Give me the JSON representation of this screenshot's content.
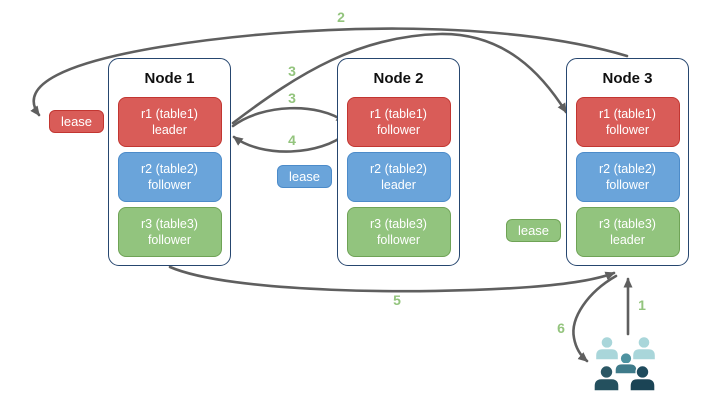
{
  "nodes": [
    {
      "title": "Node 1",
      "replicas": [
        {
          "name": "r1 (table1)",
          "role": "leader",
          "color": "red"
        },
        {
          "name": "r2 (table2)",
          "role": "follower",
          "color": "blue"
        },
        {
          "name": "r3 (table3)",
          "role": "follower",
          "color": "green"
        }
      ]
    },
    {
      "title": "Node 2",
      "replicas": [
        {
          "name": "r1 (table1)",
          "role": "follower",
          "color": "red"
        },
        {
          "name": "r2 (table2)",
          "role": "leader",
          "color": "blue"
        },
        {
          "name": "r3 (table3)",
          "role": "follower",
          "color": "green"
        }
      ]
    },
    {
      "title": "Node 3",
      "replicas": [
        {
          "name": "r1 (table1)",
          "role": "follower",
          "color": "red"
        },
        {
          "name": "r2 (table2)",
          "role": "follower",
          "color": "blue"
        },
        {
          "name": "r3 (table3)",
          "role": "leader",
          "color": "green"
        }
      ]
    }
  ],
  "leases": [
    {
      "label": "lease",
      "color": "red"
    },
    {
      "label": "lease",
      "color": "blue"
    },
    {
      "label": "lease",
      "color": "green"
    }
  ],
  "steps": [
    {
      "label": "1"
    },
    {
      "label": "2"
    },
    {
      "label": "3"
    },
    {
      "label": "3"
    },
    {
      "label": "4"
    },
    {
      "label": "5"
    },
    {
      "label": "6"
    }
  ],
  "icons": {
    "users": "users-group-icon"
  },
  "colors": {
    "replica_red": "#d95c58",
    "replica_red_border": "#c23631",
    "replica_blue": "#6aa4da",
    "replica_blue_border": "#4c8bc9",
    "replica_green": "#92c47e",
    "replica_green_border": "#6fa356",
    "step_number_green": "#93c47d",
    "arrow_gray": "#5f5f5f",
    "node_border_navy": "#26466f",
    "users_light_teal": "#a9d6da",
    "users_mid_teal": "#4d92a0",
    "users_dark_teal": "#2b5765",
    "users_darkest_teal": "#1f4b5d"
  }
}
